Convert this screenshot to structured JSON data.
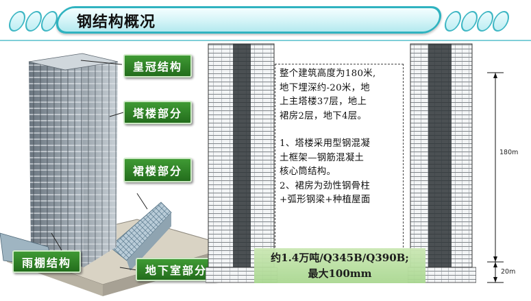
{
  "header": {
    "title": "钢结构概况"
  },
  "labels": {
    "crown": "皇冠结构",
    "tower": "塔楼部分",
    "podium": "裙楼部分",
    "canopy": "雨棚结构",
    "basement": "地下室部分"
  },
  "info": {
    "lines": [
      "整个建筑高度为180米,",
      "地下埋深约-20米，地",
      "上主塔楼37层，地上",
      "裙房2层，地下4层。",
      "",
      "1、塔楼采用型钢混凝",
      "土框架—钢筋混凝土",
      "核心筒结构。",
      "2、裙房为劲性钢骨柱",
      "+弧形钢梁+种植屋面"
    ]
  },
  "stats": {
    "line1": "约1.4万吨/Q345B/Q390B;",
    "line2": "最大100mm"
  },
  "dimensions": {
    "above": "180m",
    "below": "20m"
  },
  "colors": {
    "header_border": "#2fb3c0",
    "label_green": "#2e7d25",
    "stat_band": "#b8df9f"
  }
}
